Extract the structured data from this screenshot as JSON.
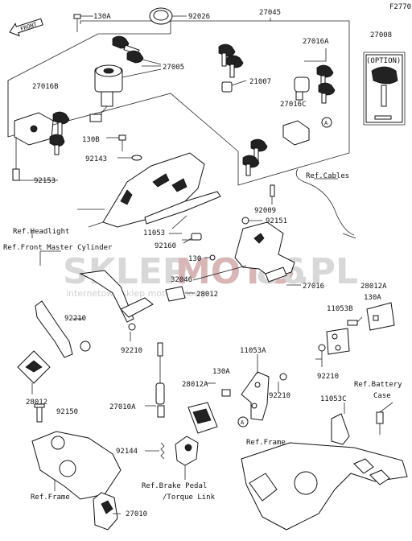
{
  "diagram_code": "F2770",
  "front_label": "FRONT",
  "watermark": {
    "brand_left": "SKLEP",
    "brand_mid": "MOTO",
    "brand_num": "86",
    "brand_right": ".PL",
    "tagline": "internetowy sklep motocyklowy"
  },
  "parts": {
    "p130A_top": "130A",
    "p92026": "92026",
    "p27045": "27045",
    "p27005": "27005",
    "p27016A": "27016A",
    "p27008": "27008",
    "option": "(OPTION)",
    "p21007": "21007",
    "p27016B": "27016B",
    "p27016C": "27016C",
    "p130B": "130B",
    "p92143": "92143",
    "p92153": "92153",
    "ref_cables": "Ref.Cables",
    "p92009": "92009",
    "p92151": "92151",
    "ref_headlight": "Ref.Headlight",
    "p11053_a": "11053",
    "p92160": "92160",
    "ref_front_master": "Ref.Front Master Cylinder",
    "p130_mid": "130",
    "p32046": "32046",
    "p27016": "27016",
    "p28012_mid": "28012",
    "p130A_right": "130A",
    "p28012A_right": "28012A",
    "p11053B": "11053B",
    "p92210_left": "92210",
    "p92210_mid": "92210",
    "p92210_right": "92210",
    "p11053A": "11053A",
    "p130A_lower": "130A",
    "p28012A_lower": "28012A",
    "p92210_lower": "92210",
    "ref_battery": "Ref.Battery",
    "case": "Case",
    "p28012_left": "28012",
    "p92150": "92150",
    "p27010A": "27010A",
    "p11053C": "11053C",
    "ref_frame_right": "Ref.Frame",
    "p92144": "92144",
    "ref_frame_left": "Ref.Frame",
    "ref_brake": "Ref.Brake Pedal",
    "torque_link": "/Torque Link",
    "p27010": "27010",
    "callout_a": "A",
    "callout_a2": "A"
  }
}
